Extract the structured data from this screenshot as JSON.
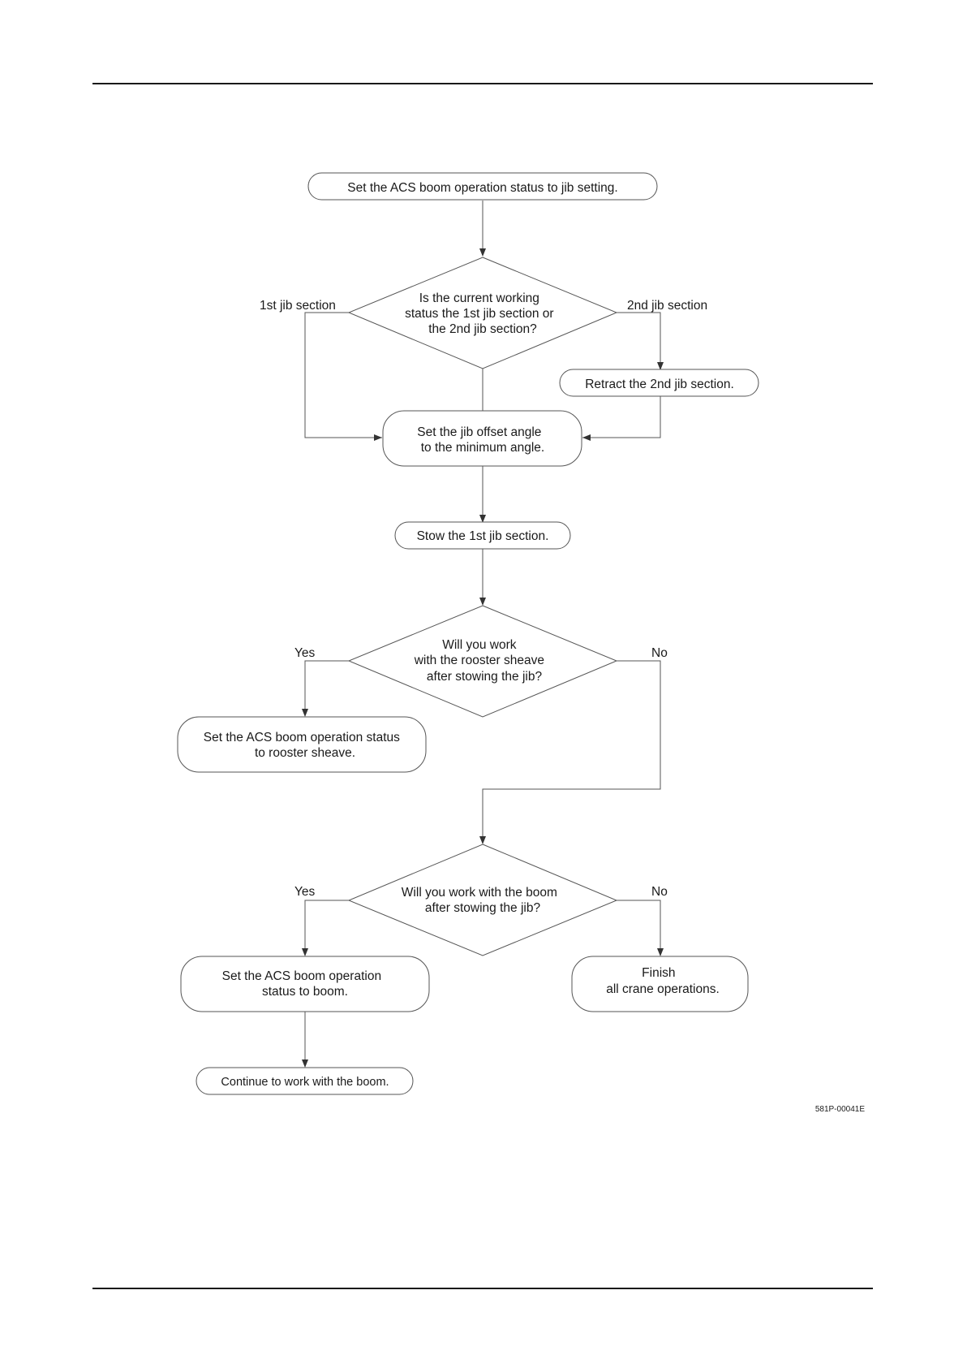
{
  "nodes": {
    "start": {
      "lines": [
        "Set the ACS boom operation status to jib setting."
      ]
    },
    "decision_section": {
      "lines": [
        "Is the current working",
        "status the 1st jib section or",
        "the 2nd jib section?"
      ]
    },
    "retract_2nd": {
      "lines": [
        "Retract the 2nd jib section."
      ]
    },
    "offset_angle": {
      "lines": [
        "Set the jib offset angle",
        "to the minimum angle."
      ]
    },
    "stow_1st": {
      "lines": [
        "Stow the 1st jib section."
      ]
    },
    "decision_rooster": {
      "lines": [
        "Will you work",
        "with the rooster sheave",
        "after stowing the jib?"
      ]
    },
    "set_rooster": {
      "lines": [
        "Set the ACS boom operation status",
        "to rooster sheave."
      ]
    },
    "decision_boom": {
      "lines": [
        "Will you work with the boom",
        "after stowing the jib?"
      ]
    },
    "set_boom": {
      "lines": [
        "Set the ACS boom operation",
        "status to boom."
      ]
    },
    "finish": {
      "lines": [
        "Finish",
        "all crane operations."
      ]
    },
    "continue_boom": {
      "lines": [
        "Continue to work with the boom."
      ]
    }
  },
  "edge_labels": {
    "first_jib": "1st jib section",
    "second_jib": "2nd jib section",
    "rooster_yes": "Yes",
    "rooster_no": "No",
    "boom_yes": "Yes",
    "boom_no": "No"
  },
  "figure_code": "581P-00041E"
}
